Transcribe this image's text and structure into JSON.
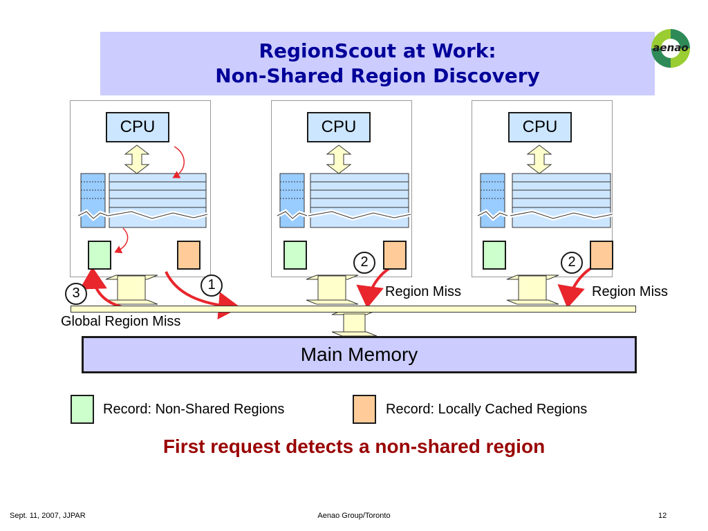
{
  "title": {
    "line1": "RegionScout at Work:",
    "line2": "Non-Shared Region Discovery"
  },
  "logo": {
    "text": "aenao"
  },
  "nodes": [
    {
      "cpu_label": "CPU"
    },
    {
      "cpu_label": "CPU"
    },
    {
      "cpu_label": "CPU"
    }
  ],
  "steps": {
    "step1": "1",
    "step2a": "2",
    "step2b": "2",
    "step3": "3"
  },
  "labels": {
    "region_miss_a": "Region Miss",
    "region_miss_b": "Region Miss",
    "global_region_miss": "Global Region Miss"
  },
  "memory": {
    "label": "Main Memory"
  },
  "legend": {
    "non_shared": "Record: Non-Shared Regions",
    "locally_cached": "Record: Locally Cached Regions"
  },
  "caption": "First request detects a non-shared region",
  "footer": {
    "left": "Sept. 11, 2007, JJPAR",
    "center": "Aenao Group/Toronto",
    "right": "12"
  },
  "colors": {
    "title_bg": "#ccccff",
    "title_text": "#000099",
    "cpu_fill": "#cce6ff",
    "non_shared_fill": "#ccffcc",
    "cached_fill": "#ffcc99",
    "arrow_red": "#e8262c",
    "caption_text": "#990000",
    "memory_fill": "#ccccff"
  }
}
